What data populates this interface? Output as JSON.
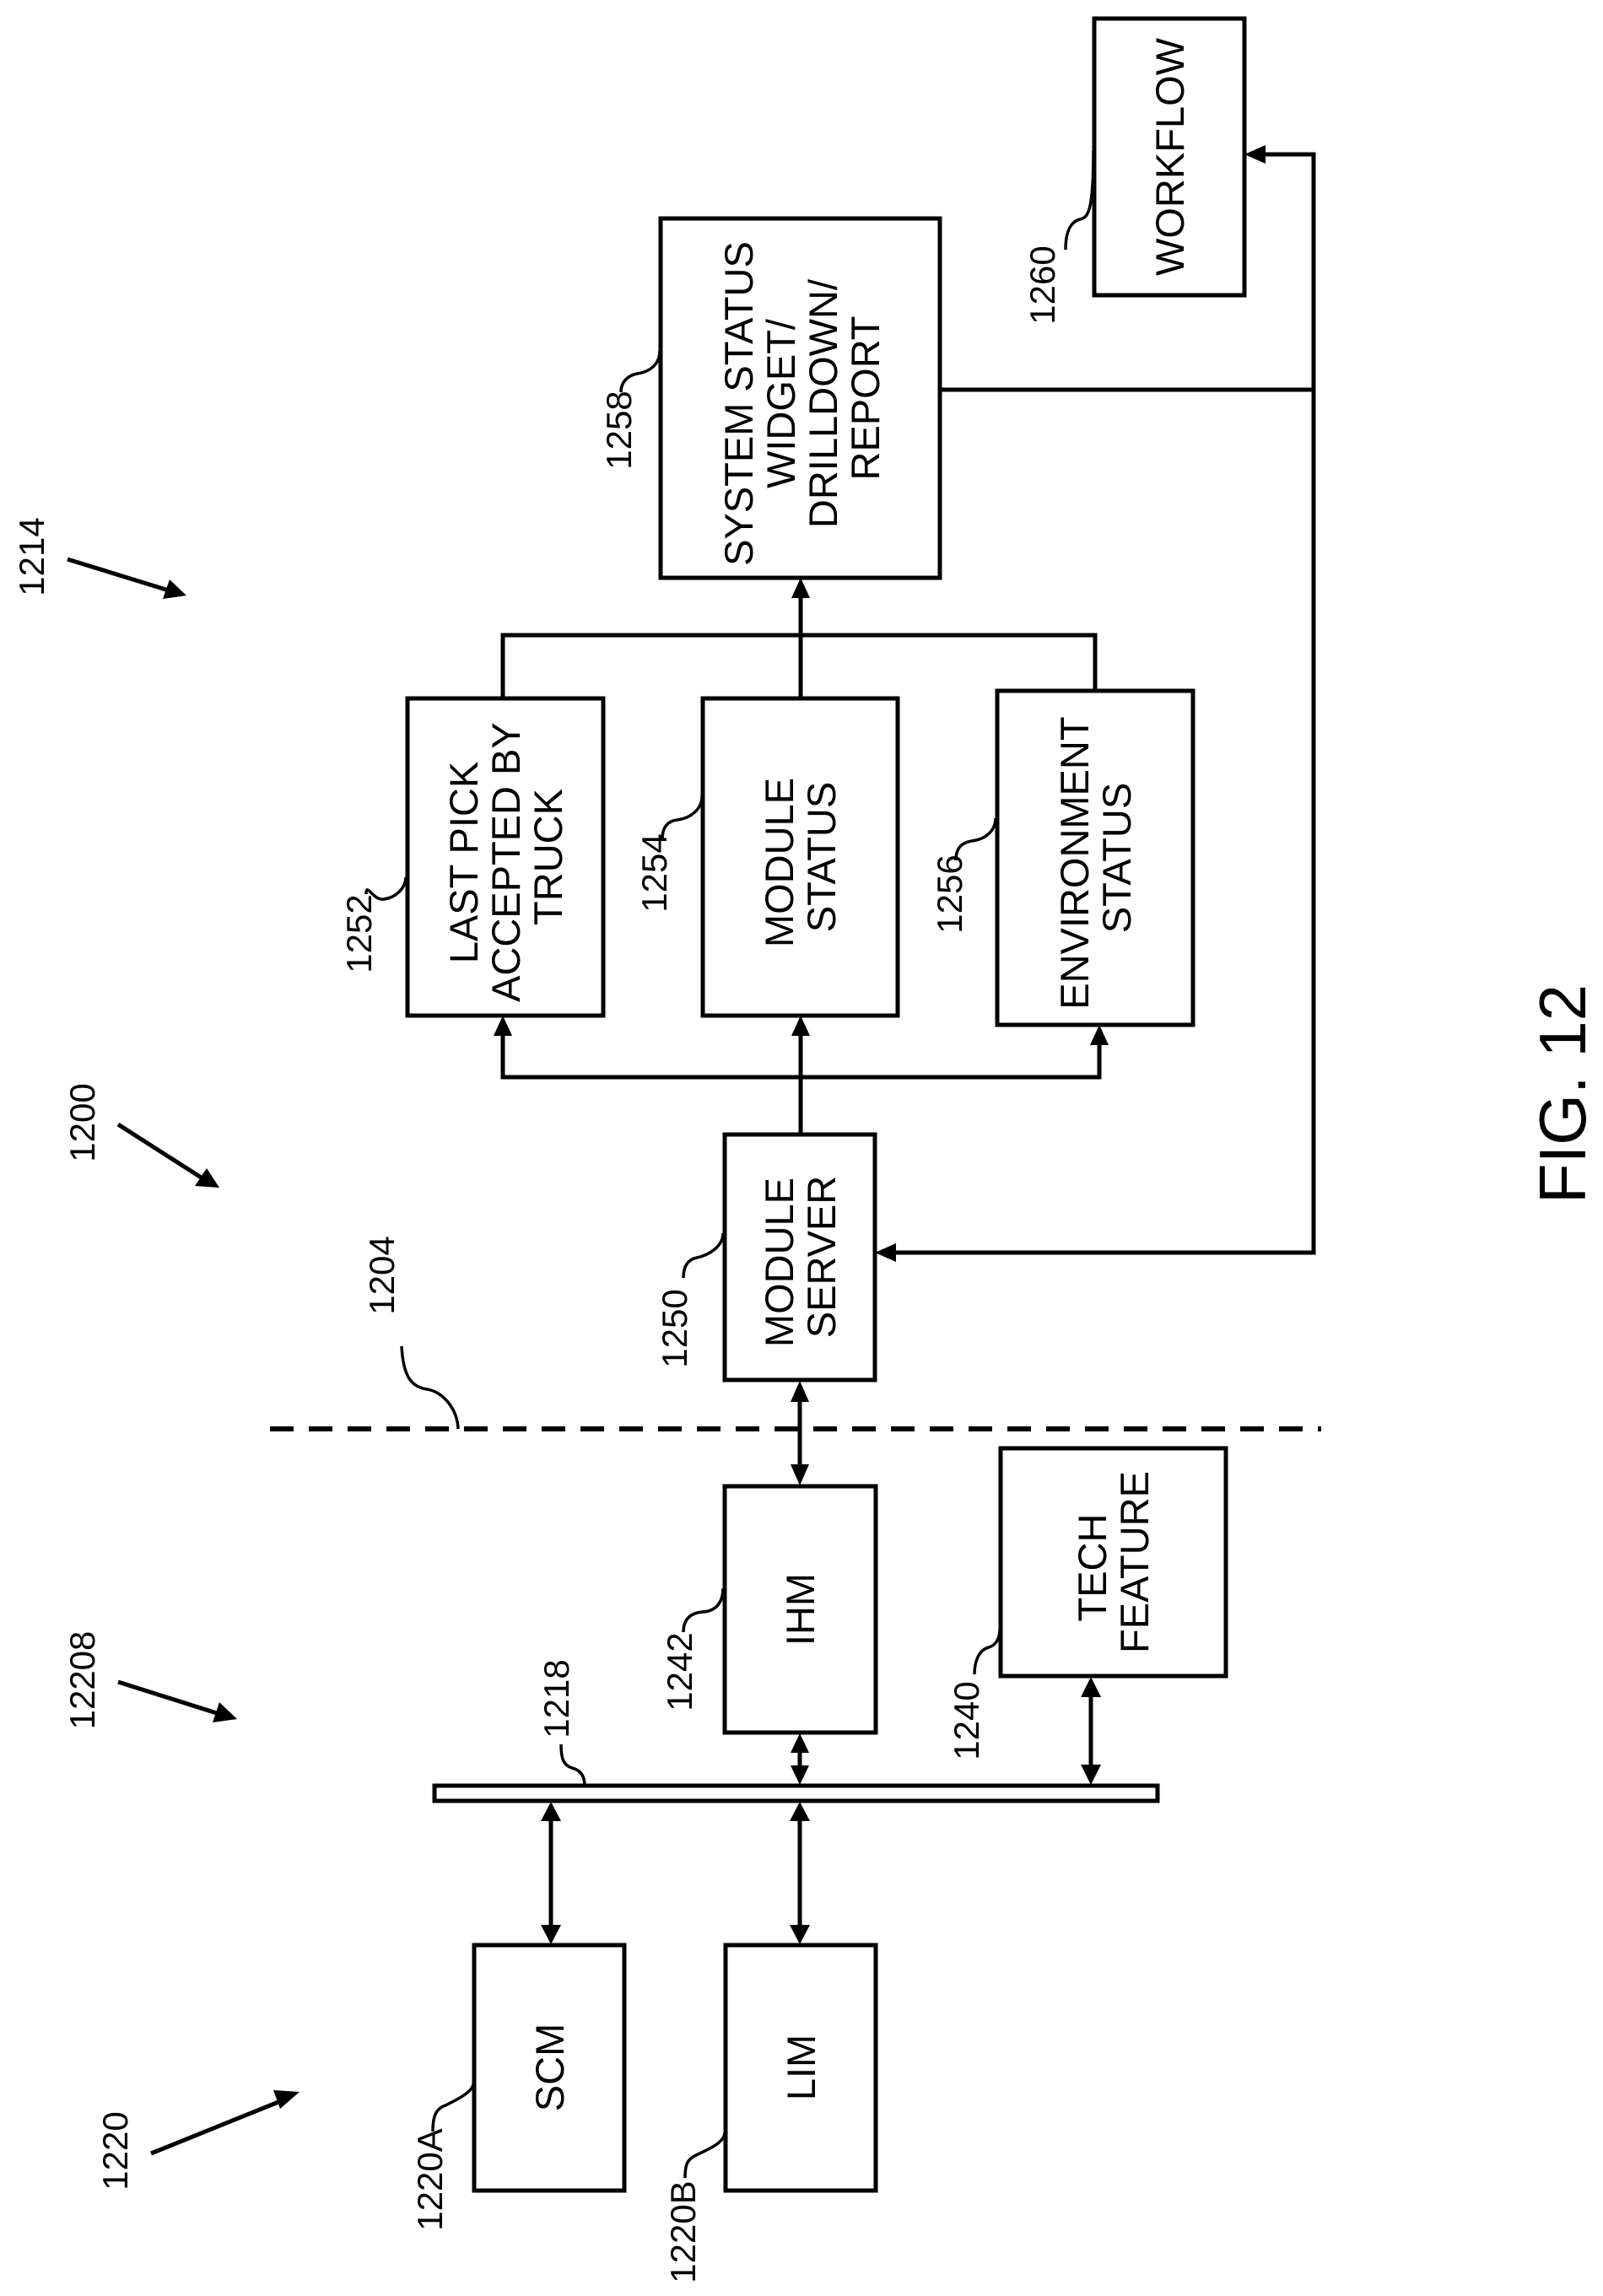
{
  "figure": {
    "label": "FIG. 12",
    "system_refs": {
      "system": "1200",
      "upper_system": "1214",
      "lower_system": "12208",
      "modules_group": "1220",
      "boundary": "1204",
      "bus": "1218"
    },
    "blocks": {
      "workflow": {
        "ref": "1260",
        "lines": [
          "WORKFLOW"
        ]
      },
      "system_status": {
        "ref": "1258",
        "lines": [
          "SYSTEM STATUS",
          "WIDGET/",
          "DRILLDOWN/",
          "REPORT"
        ]
      },
      "last_pick": {
        "ref": "1252",
        "lines": [
          "LAST PICK",
          "ACCEPTED BY",
          "TRUCK"
        ]
      },
      "module_status": {
        "ref": "1254",
        "lines": [
          "MODULE",
          "STATUS"
        ]
      },
      "environment_status": {
        "ref": "1256",
        "lines": [
          "ENVIRONMENT",
          "STATUS"
        ]
      },
      "module_server": {
        "ref": "1250",
        "lines": [
          "MODULE",
          "SERVER"
        ]
      },
      "ihm": {
        "ref": "1242",
        "lines": [
          "IHM"
        ]
      },
      "tech_feature": {
        "ref": "1240",
        "lines": [
          "TECH",
          "FEATURE"
        ]
      },
      "scm": {
        "ref": "1220A",
        "lines": [
          "SCM"
        ]
      },
      "lim": {
        "ref": "1220B",
        "lines": [
          "LIM"
        ]
      }
    },
    "connections": [
      {
        "from": "module_server",
        "to": "last_pick",
        "type": "arrow"
      },
      {
        "from": "module_server",
        "to": "module_status",
        "type": "arrow"
      },
      {
        "from": "module_server",
        "to": "environment_status",
        "type": "arrow"
      },
      {
        "from": "last_pick",
        "to": "system_status",
        "type": "arrow"
      },
      {
        "from": "module_status",
        "to": "system_status",
        "type": "arrow"
      },
      {
        "from": "environment_status",
        "to": "system_status",
        "type": "arrow"
      },
      {
        "from": "system_status",
        "to": "workflow",
        "type": "arrow"
      },
      {
        "from": "system_status",
        "to": "module_server",
        "type": "arrow"
      },
      {
        "from": "module_server",
        "to": "ihm",
        "type": "bidirectional"
      },
      {
        "from": "ihm",
        "to": "bus",
        "type": "bidirectional"
      },
      {
        "from": "tech_feature",
        "to": "bus",
        "type": "bidirectional"
      },
      {
        "from": "scm",
        "to": "bus",
        "type": "bidirectional"
      },
      {
        "from": "lim",
        "to": "bus",
        "type": "bidirectional"
      }
    ]
  }
}
